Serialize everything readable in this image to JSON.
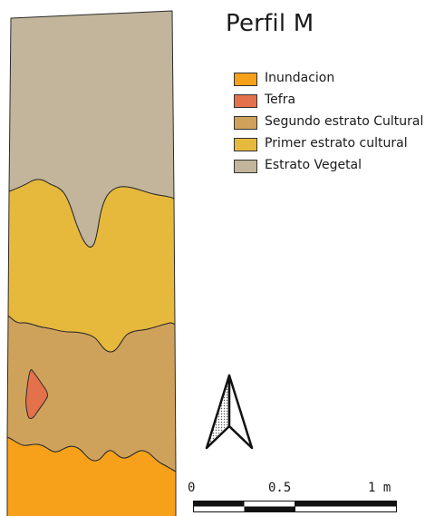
{
  "map": {
    "title": "Perfil M"
  },
  "legend": {
    "items": [
      {
        "label": "Inundacion",
        "color": "#f7a11a"
      },
      {
        "label": "Tefra",
        "color": "#e3714c"
      },
      {
        "label": "Segundo estrato Cultural",
        "color": "#cfa25c"
      },
      {
        "label": "Primer estrato cultural",
        "color": "#e6b93c"
      },
      {
        "label": "Estrato Vegetal",
        "color": "#c2b59b"
      }
    ]
  },
  "north_arrow": {
    "icon": "north-arrow-icon"
  },
  "scale": {
    "labels": [
      "0",
      "0.5",
      "1 m"
    ]
  }
}
